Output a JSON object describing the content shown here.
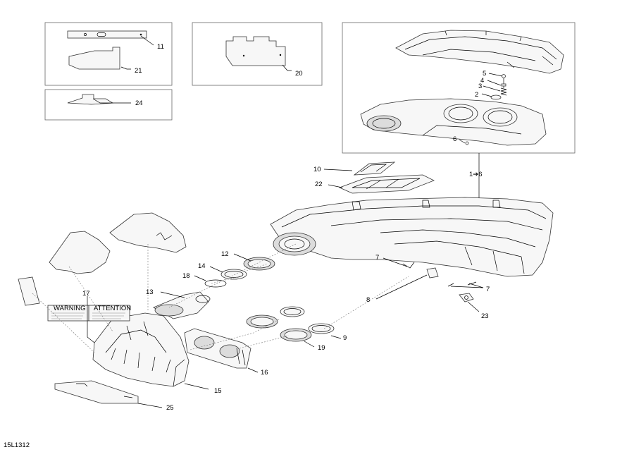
{
  "diagram": {
    "drawing_id": "15L1312",
    "callouts": {
      "c11": "11",
      "c21": "21",
      "c20": "20",
      "c24": "24",
      "c5": "5",
      "c4": "4",
      "c3": "3",
      "c2": "2",
      "c6": "6",
      "c1to6": "1➔6",
      "c10": "10",
      "c22": "22",
      "c12": "12",
      "c14": "14",
      "c18": "18",
      "c13": "13",
      "c7a": "7",
      "c7b": "7",
      "c8": "8",
      "c23": "23",
      "c17": "17",
      "c9": "9",
      "c19": "19",
      "c16": "16",
      "c15": "15",
      "c25": "25"
    },
    "label_warning": "WARNING",
    "label_attention": "ATTENTION"
  }
}
